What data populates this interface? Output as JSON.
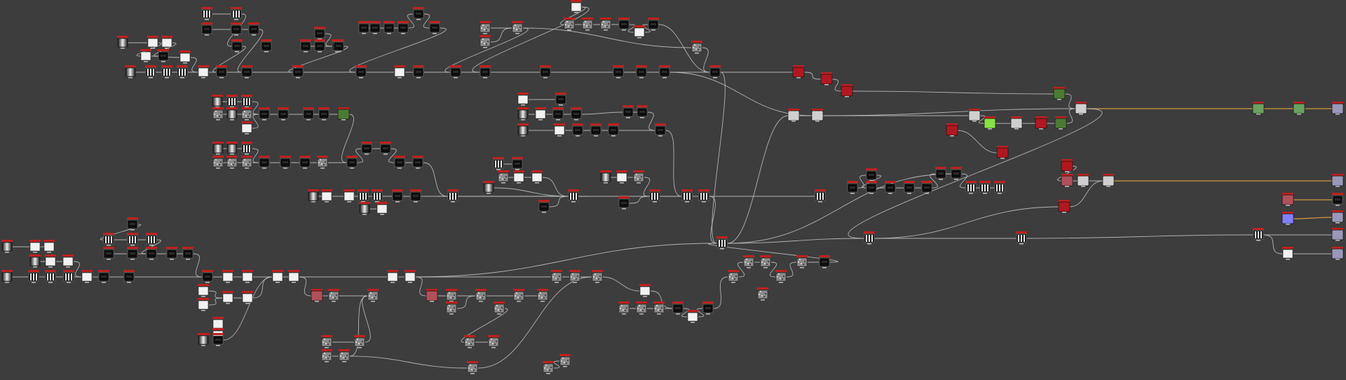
{
  "app": {
    "view": "node-graph",
    "background_color": "#3d3d3d",
    "wire_color": "#c8c8c8",
    "highlight_wire_color": "#d8a040"
  },
  "node_kinds": {
    "ramp": "gradient-thumbnail",
    "dark": "black-thumbnail",
    "bars": "vertical-bars-thumbnail",
    "white": "white-thumbnail",
    "noise": "noise-thumbnail",
    "red": "red-material-node",
    "green": "green-material-node",
    "lime": "lime-color-node",
    "gray": "gray-material-node",
    "pink": "pink-material-node",
    "blue": "blue-material-node",
    "lav": "output-node",
    "lgreen": "light-green-material-node"
  },
  "colors": {
    "red": "#b01820",
    "green": "#4c7a34",
    "lime": "#86e046",
    "gray": "#cfcfcf",
    "pink": "#b0505a",
    "blue": "#8080ff",
    "lav": "#9a98b8",
    "lgreen": "#6aa060",
    "header_red": "#c02020"
  }
}
